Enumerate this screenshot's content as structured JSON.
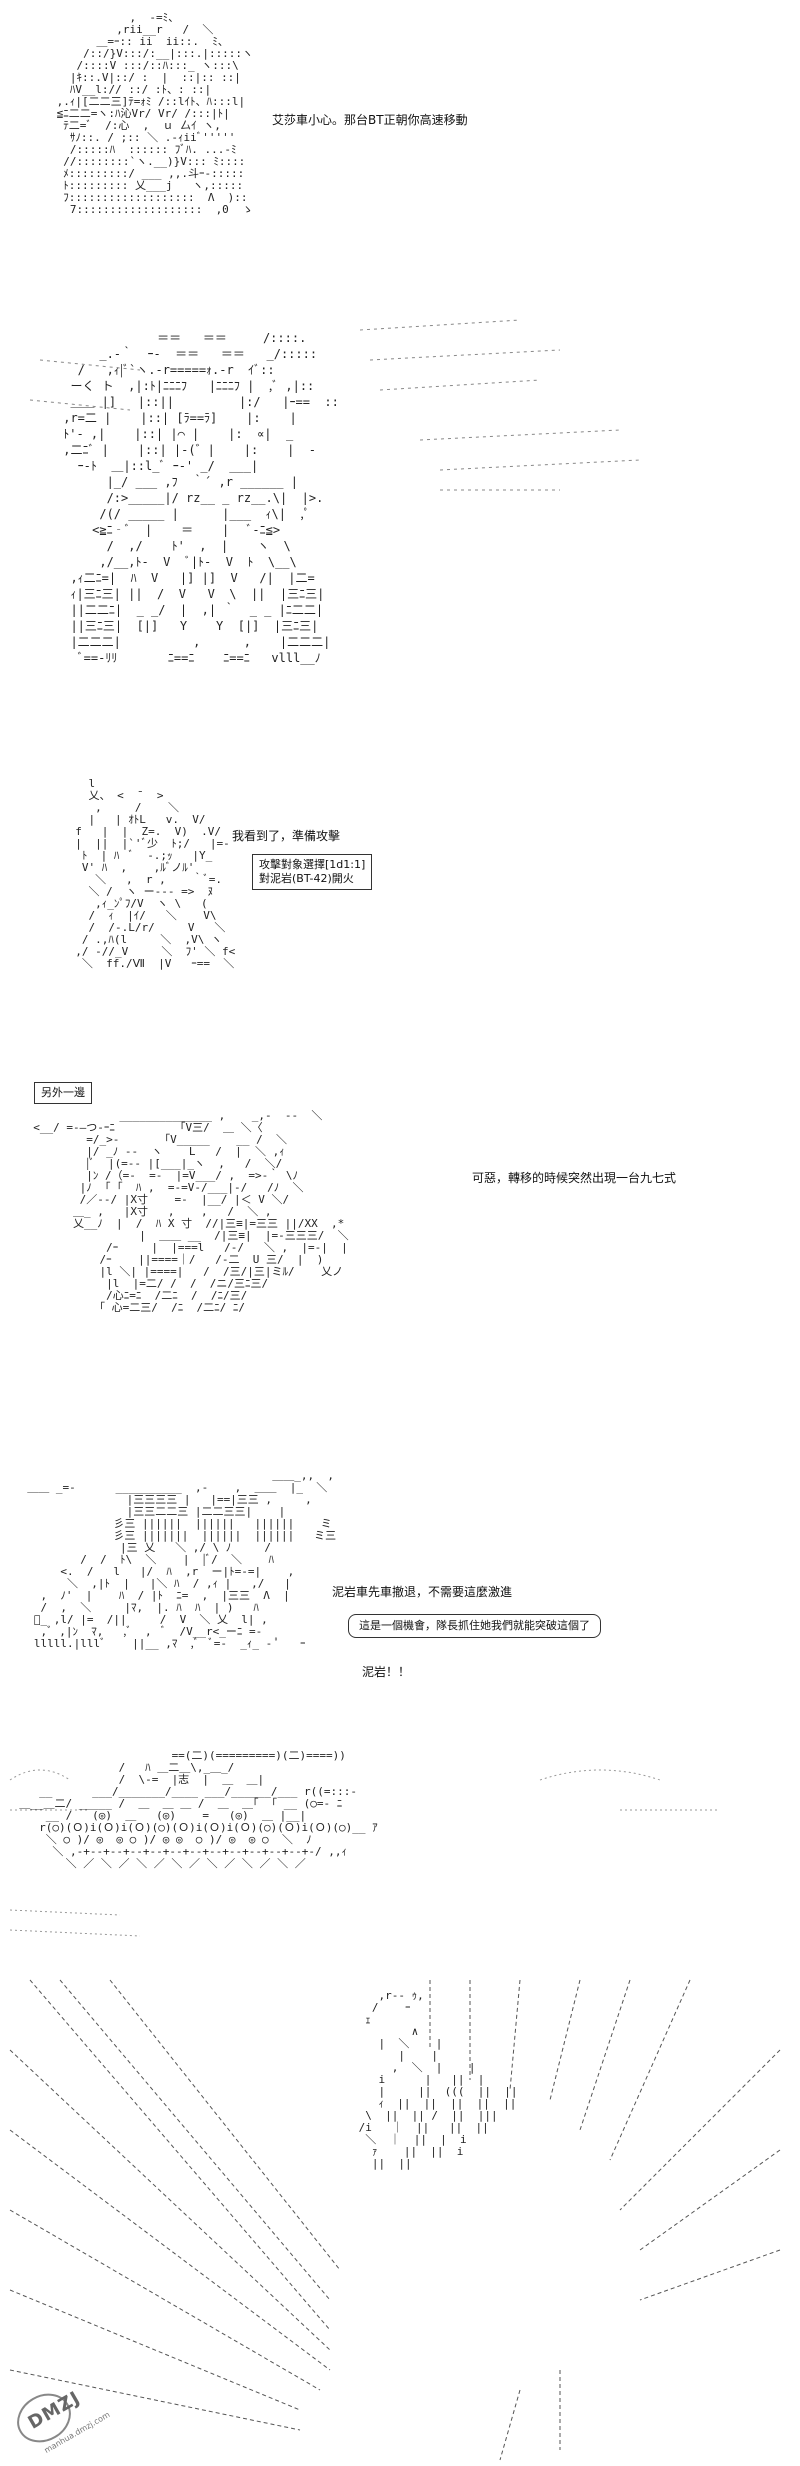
{
  "panels": {
    "p1": {
      "art": "            ,  -=ﾐ、\n          ,rii__r   /  ＼\n       ＿=ｰ:: ii  ii::.  ﾐ、\n     /::/}V:::/:__|:::.|:::::ヽ\n    /::::V :::/::ﾊ:::_ ヽ:::\\\n   |ｷ::.V|::/ :  |  ::|:: ::|\n   ﾊV__l:// ::/ :ﾄ、: ::|\n ,.ｨ|[二二三]ﾃ=ｫﾐ /::lｲﾄ、ﾊ:::l|\n ≦ﾆ二二=ヽ:ﾊ沁Vr/ Vr/ /:::|ﾄ|\n  ﾃ二=ﾞ  /:心  ,  ｕ 厶ｲ ヽ,\n   ｻﾉ::. / ;:: ＼ .-ｨiiﾞ'''''\n   /:::::ﾊ  :::::: ﾌﾞﾊ. ...-ﾐ\n  //::::::::`ヽ.__)}V::: ﾐ::::\n  ﾒ:::::::::/ ___ ,,.斗ｰ-:::::\n  ﾄ::::::::: 乂___j   ヽ,:::::\n  ﾌ:::::::::::::::::::  Λ  )::\n   7:::::::::::::::::::  ,0  ゝ",
      "speech": "艾莎車小心。那台BT正朝你高速移動"
    },
    "p2": {
      "art": "              ＝＝   ＝＝     /::::.\n      _.-｀  ｰ-  ＝＝   ＝＝   _/:::::\n   /   ,ｨ|ﾞ`ヽ.-r=====ｫ.-r  ｲﾞ::\n  ーく ト  ,|:ﾄ|ﾆﾆﾆﾌ   |ﾆﾆﾆﾌ |  ,ﾞ ,|::\n  ＿＿ |]   |::||         |:/   |ｰ==  ::\n ,r=二 |    |::| [ﾗ==ﾗ]    |:    |   \n ﾄ'- ,|    |::| |⌒ |    |:  ∝|  _\n ,二ﾆﾞ |    |::| |-(゛|    |:    |  - \n   ｰ-ﾄ  ＿|::l_ﾞ ｰ‐' _/  ___|  \n       |_/ ___ ,ﾌ  ｀´ ,r ______ |\n       /:>_____|/ rz__ _ rz__.\\|  |>.\n      /(/ _____ |      |___  ｨ\\|  ,ﾟ\n     <≧ﾆ‐ﾞ  |    ＝    |   ﾞ‐ﾆ≦>\n       /  ,/    ﾄ'  ,  |    ヽ  \\\n      ,/__,ﾄ-  V  ﾞ|ﾄ-  V  ﾄ  \\__\\\n  ,ｨ二ﾆ=|  ﾊ  V   |] |]  V   /|  |二=\n  ｨ|三ﾆ三| ||  /  V   V  \\  ||  |三ﾆ三|\n  ||二二ﾆ|  _ _/  |  ,| ｀  _ _ |ﾆ二二|\n  ||三ﾆ三|  [|]   Y    Y  [|]  |三ﾆ三|\n  |二二二|          ,      ,    |二二二|\n   ﾞ==‐ﾘﾘ       ﾆ==ﾆ    ﾆ==ﾆ   vlll__ﾉ"
    },
    "p3": {
      "art": "    l\n    乂、 <  ¯  >\n     ,     /    ＼\n    |   | ｵﾄL   v.  V/\n  f   |  |  Z=.  V)  .V/\n  |  ||  |`'ﾞ少  ﾄ;/   |=-\n   ﾄ  | ﾊ  ﾞ  -.;ｯ   |Y_\n   V' ﾊ  ,    ,ﾙﾞノﾙ'\n     ＼   ,  r ,    ｀ﾞ=.\n    ＼ /  ヽ ー--- =>  ﾇ\n     ,ｨ_ﾝﾟﾌ/V  ヽ \\   (\n    /  ｨ  |ｲ/   ＼    V\\\n    /  /-.L/r/     V   ＼\n   / .,ﾊ(l     ＼  ,V\\ ヽ\n  ,/ -//_V     ＼  ﾌ' ＼ f<\n   ＼  ff./Ⅶ  |V   ｰ==  ＼",
      "speech": "我看到了，準備攻擊",
      "target_lines": [
        "攻擊對象選擇[1d1:1]",
        "對泥岩(BT-42)開火"
      ]
    },
    "p4": {
      "label": "另外一邊",
      "art": "               ______________ ,    _,-  ‐‐  ＼\n  <__/ =-―つ‐ｰﾆ         「V三/  ＿ ＼〈\n          =/_>-      「V_____    __ /  ＼\n          |/ _ﾉ -‐  ヽ    L   /  |  ＼ ,ｨ\n          |ﾞ  |(=-- |[___|_ヽ  ,   /  ＼/\n          |ﾝ /（=-  =-  |=V___/ ,  =>‐｀ \\ﾉ\n         |ﾉ  ｢ ｢  ﾊ ,  =-=V-/___|‐/   /ﾉ  ＼\n         /／‐‐/ |X寸    =-  |__/ |＜ V ＼/\n        ＿_ ,   |X寸   ,    ,   /  ＼ ,\n        乂__ﾉ  |  /  ﾊ X 寸  //|三≡|=三三 ||/XX  ,*\n                  |  ＿＿ __  /|三≡|  |=-三三三/  ＼\n             /ｰ     |  |===l   /-/   ＼ ,  |=-|  |\n            /ｰ    ||====｜/   /-二  U 三/  |  )\n            |l ＼| |====|   /  /三/|三|ミﾙ/    乂ノ\n             |l  |=二/ /  /  /ニ/三ﾆ三/ \n             /心ﾆ=ﾆ  /二ﾆ  /  /ﾆ/三/\n            ｢ 心=二三/  /ﾆ  /二ﾆ/ ﾆ/",
      "speech": "可惡，轉移的時候突然出現一台九七式"
    },
    "p5": {
      "art": "                                       ＿＿_,,  ,\n  ＿＿ _=‐      __________  ,‐    ,  ＿＿  |_  ＼\n                 |三三三三 |   |==|三三 ,     ,  \n                 |三三二二三 |二二三三|    |\n               彡三 ||||||  ||||||   ||||||    ミ\n               彡三 |||||||  ||||||  ||||||   ミ三\n                |三 乂   ＼ ,/ \\ ﾉ     /   \n          /  /  ﾄ\\  ＼    |  |ﾞ/  ＼    ﾊ\n       <.  /   l   |/  ﾊ  ,r  ー|ﾄ=‐=|    ,\n        ＼  ,|ﾄ  |   |＼ ﾊ  / ,ｨ |   ,/   |\n    ,  ﾉ'  |    ﾊ  / |ﾄ  ﾆ=  ,  |三三  Λ  |\n    /  ,  ＼     |ﾏ,  |. ﾊ  ﾊ  | )   ﾊ  \n   ﾞ_ ,l/ |=  /||     /  V  ＼ 乂  l| ,  \n    ,ﾞ ,|ﾝ  ﾏ,   ,ﾞ  ,  ﾞ  /V__r<_ーﾆ =- \n   lllll.|lllﾞ    ||__ ,ﾏ  ,ﾞ  ﾞ=-  _ｨ_ - ﾟ   ｰ ",
      "speech1": "泥岩車先車撤退，不需要這麼激進",
      "speech2": "這是一個機會，隊長抓住她我們就能突破這個了",
      "speech3": "泥岩！！"
    },
    "p6": {
      "art": "                         ==(二)(=========)(二)====))\n                 /   ﾊ ＿二＿\\,_＿_/\n                 /  \\-=  |志  |  ＿  ＿|\n     __      ___/_______/____ ___/______/___ r((=:::-\n  ＿__＿二/ _____ /  ＿  ＿ ＿ /  ＿  ＿｢  ｢ __ (○=‐ ﾆ\n      __ /   (◎)  ＿   (◎)    =   (◎)  ＿ |__|\n     r(○)(Ｏ)i(Ｏ)i(Ｏ)(○)(Ｏ)i(Ｏ)i(Ｏ)(○)(Ｏ)i(Ｏ)(○)__ ｱ\n      ＼ ○ )/ ◎  ◎ ○ )/ ◎ ◎  ○ )/ ◎  ◎ ○  ＼  ﾉ\n       ＼ ,-+--+--+--+--+--+--+--+--+--+--+--+-/ ,,ｨ\n         ＼ ／ ＼ ／ ＼ ／ ＼ ／ ＼ ／ ＼ ／ ＼ ／"
    },
    "p7": {
      "art": "                    ,r‐‐ ｩ,\n                   /    ｰ\n                  ｪ\n                         ∧\n                    |  ＼    |\n                       |    |\n                      ,  ＼  |    |\n                    i      |   ||  |\n                    |     ||  (((  ||  ||\n                    ｨ  ||  ||  ||  ||  ||\n                  \\  ||  || /  ||  |||\n                 /i   ｜  ||   ||  ||\n                  ＼  ｜  ||  |  i\n                   ｧ    ||  ||  i\n                   ||  ||"
    }
  },
  "watermark": {
    "text": "DMZJ",
    "sub": "manhua.dmzj.com"
  }
}
